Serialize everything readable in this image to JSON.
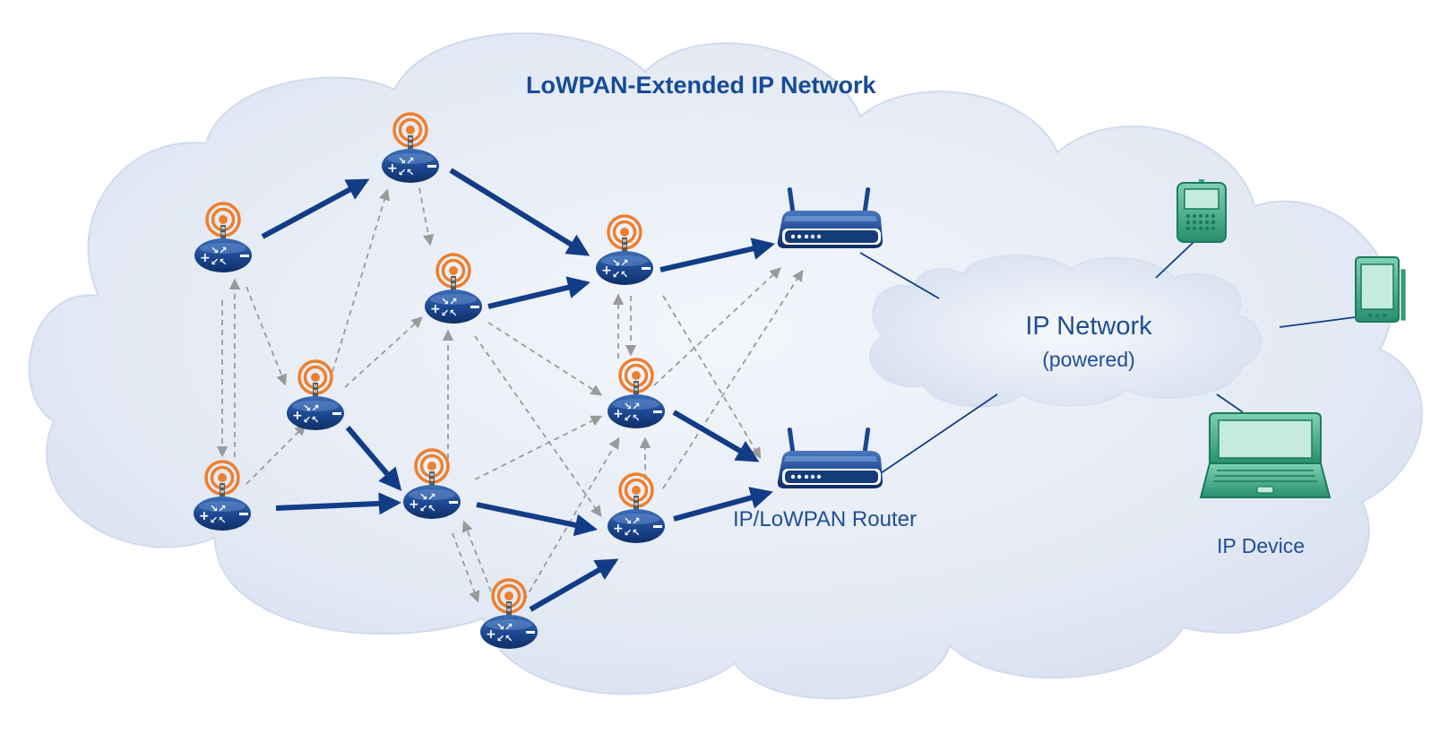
{
  "title": "LoWPAN-Extended IP Network",
  "ip_network": {
    "name": "IP Network",
    "subtitle": "(powered)"
  },
  "router_label": "IP/LoWPAN Router",
  "device_label": "IP Device",
  "colors": {
    "cloud_fill": "#e2e9f5",
    "cloud_stroke": "#c9d6ec",
    "primary_link": "#123d86",
    "secondary_link": "#9a9a9a",
    "node_body": "#1e4b93",
    "antenna_rings": "#ee7f2d",
    "device_green": "#37a882",
    "label_text": "#1f4e96"
  },
  "icons": [
    "radio-node-icon",
    "router-icon",
    "cloud-icon",
    "pda-icon",
    "tablet-icon",
    "laptop-icon"
  ]
}
